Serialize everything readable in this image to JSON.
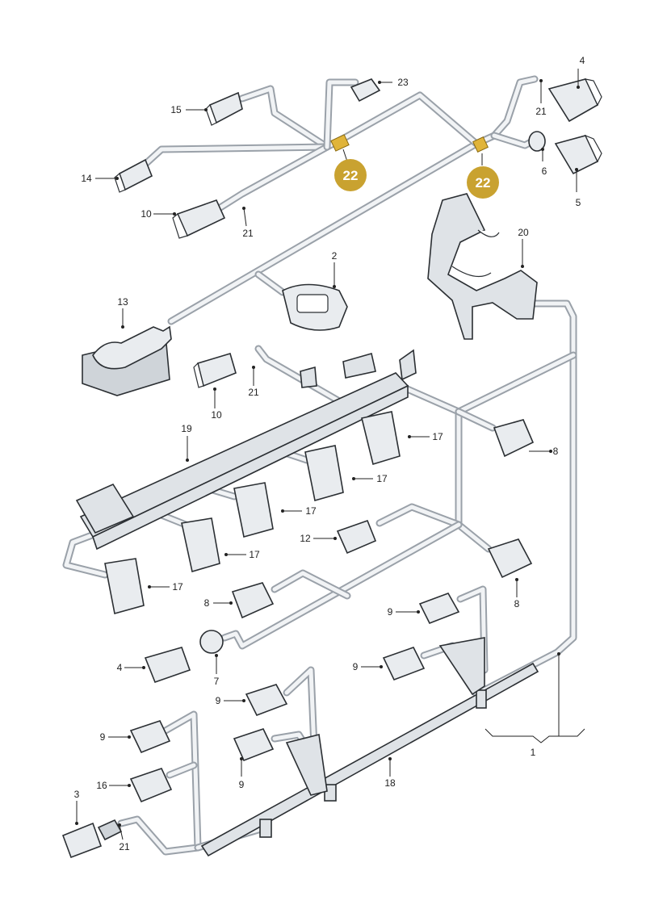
{
  "labels": {
    "l1": "1",
    "l2": "2",
    "l3": "3",
    "l4a": "4",
    "l4b": "4",
    "l5": "5",
    "l6": "6",
    "l7": "7",
    "l8a": "8",
    "l8b": "8",
    "l8c": "8",
    "l9a": "9",
    "l9b": "9",
    "l9c": "9",
    "l9d": "9",
    "l9e": "9",
    "l10a": "10",
    "l10b": "10",
    "l12": "12",
    "l13": "13",
    "l14": "14",
    "l15": "15",
    "l16": "16",
    "l17a": "17",
    "l17b": "17",
    "l17c": "17",
    "l17d": "17",
    "l17e": "17",
    "l18": "18",
    "l19": "19",
    "l20": "20",
    "l21a": "21",
    "l21b": "21",
    "l21c": "21",
    "l21d": "21",
    "l23": "23"
  },
  "badges": {
    "b1": "22",
    "b2": "22"
  },
  "colors": {
    "badge": "#c9a230",
    "wire": "#9aa1a9",
    "outline": "#2b2f33"
  }
}
